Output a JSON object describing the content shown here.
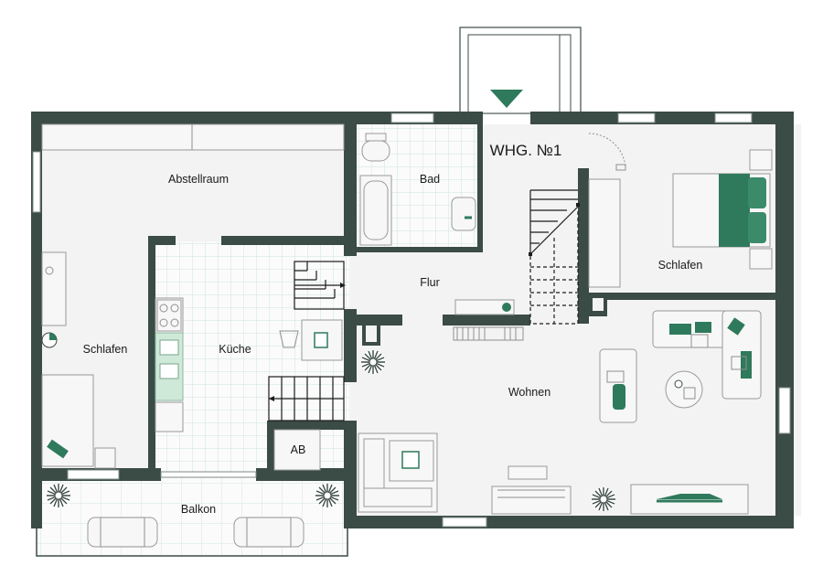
{
  "plan": {
    "title": "WHG. №1",
    "colors": {
      "wall": "#3b4b45",
      "accent": "#2f7a5c",
      "tile_grid": "#cfe6da",
      "floor": "#f3f3f3"
    },
    "rooms": {
      "abstellraum": "Abstellraum",
      "bad": "Bad",
      "schlafen_west": "Schlafen",
      "kueche": "Küche",
      "flur": "Flur",
      "schlafen_ost": "Schlafen",
      "wohnen": "Wohnen",
      "ab": "AB",
      "balkon": "Balkon"
    },
    "icons": [
      "entrance-arrow-icon",
      "plant-icon",
      "bed-icon",
      "sofa-icon",
      "stove-icon",
      "sink-icon",
      "bathtub-icon",
      "toilet-icon"
    ]
  }
}
